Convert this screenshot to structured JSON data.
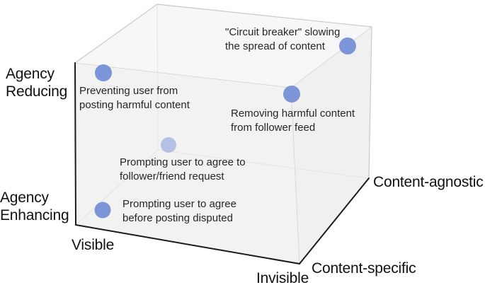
{
  "diagram": {
    "type": "3d-cube-concept-diagram",
    "axes": {
      "vertical_top": {
        "line1": "Agency",
        "line2": "Reducing"
      },
      "vertical_bottom": {
        "line1": "Agency",
        "line2": "Enhancing"
      },
      "horizontal_left": "Visible",
      "horizontal_right": "Invisible",
      "depth_near": "Content-specific",
      "depth_far": "Content-agnostic"
    },
    "points": [
      {
        "id": "circuit-breaker",
        "lines": [
          "\"Circuit breaker\" slowing",
          "the spread of content"
        ],
        "position_hint": "top back-right corner (agency-reducing, invisible, content-agnostic)",
        "shade": "solid"
      },
      {
        "id": "preventing-posting",
        "lines": [
          "Preventing user from",
          "posting harmful content"
        ],
        "position_hint": "top front-left (agency-reducing, visible, content-specific)",
        "shade": "solid"
      },
      {
        "id": "removing-from-feed",
        "lines": [
          "Removing harmful content",
          "from follower feed"
        ],
        "position_hint": "top front-right corner (agency-reducing, invisible, content-specific)",
        "shade": "solid"
      },
      {
        "id": "prompting-follower-request",
        "lines": [
          "Prompting user to agree to",
          "follower/friend request"
        ],
        "position_hint": "middle interior, faded (content-agnostic side)",
        "shade": "faded"
      },
      {
        "id": "prompting-before-posting",
        "lines": [
          "Prompting user to agree",
          "before posting disputed"
        ],
        "position_hint": "bottom front-left (agency-enhancing, visible, content-specific)",
        "shade": "solid"
      }
    ],
    "colors": {
      "point_fill": "#7C95D9",
      "point_fill_faded": "#B5C0E6",
      "axis_line": "#1a1a1a",
      "edge": "#c9c9c9",
      "edge_internal": "#d8d8d8",
      "edge_hidden": "#e4e4e4",
      "face_top": "#f7f7f7",
      "face_front": "#f2f2f2",
      "face_right": "#f0f0f0"
    }
  }
}
